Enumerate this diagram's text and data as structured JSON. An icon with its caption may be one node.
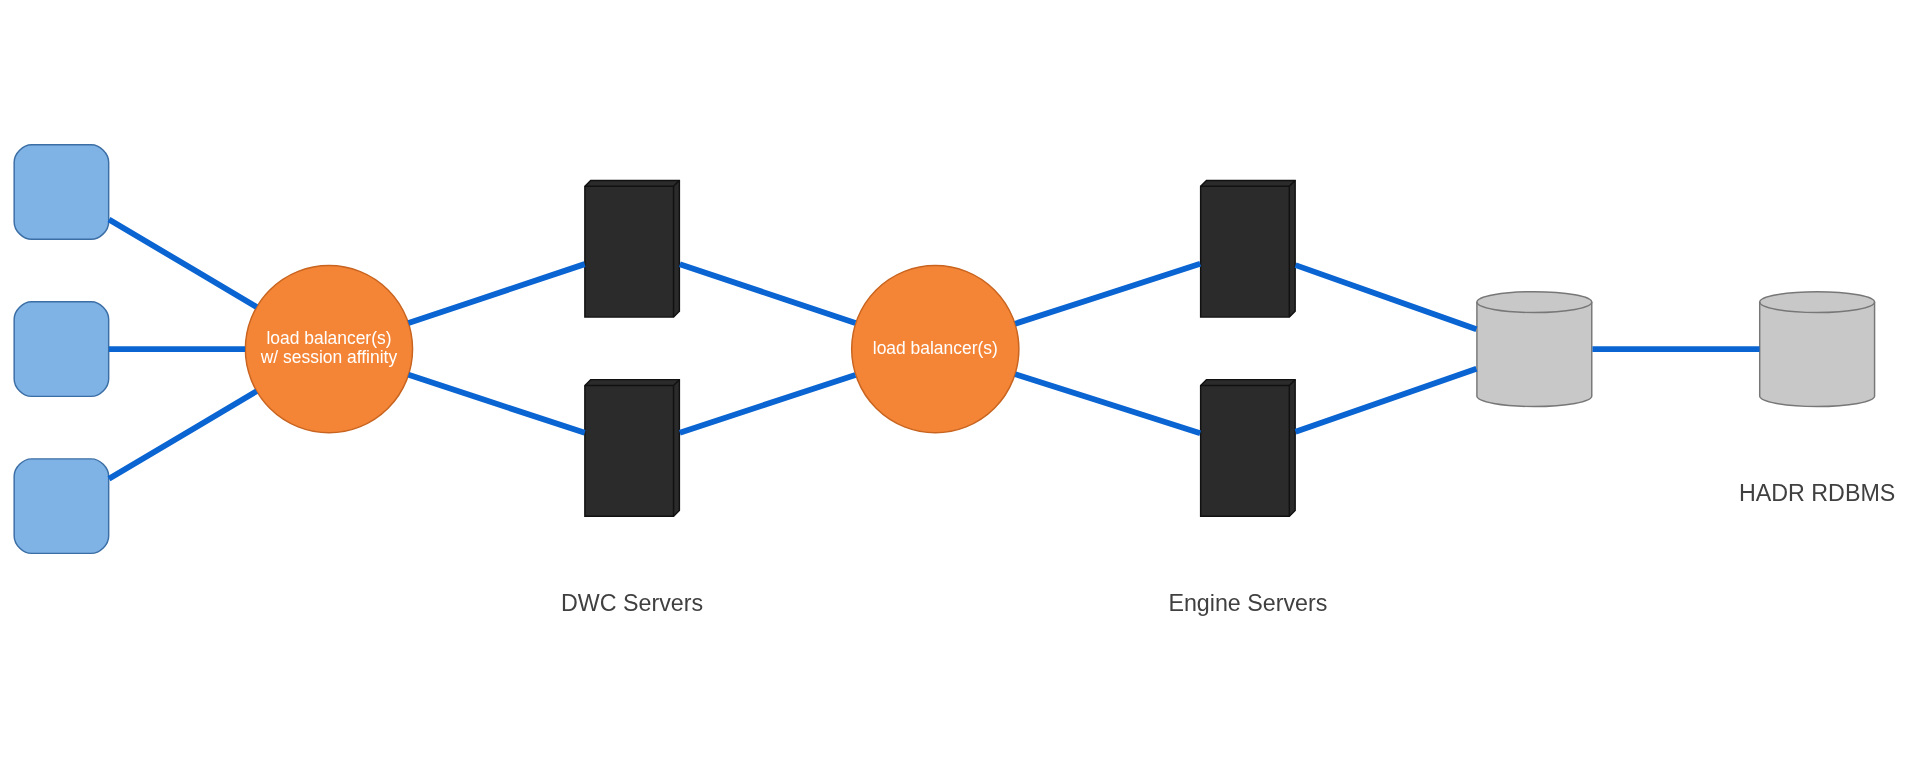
{
  "diagram": {
    "nodes": [
      {
        "text": [],
        "shape": "person"
      },
      {
        "text": [],
        "shape": "person"
      },
      {
        "text": [],
        "shape": "person"
      },
      {
        "text": [
          "load balancer(s)",
          "w/ session affinity"
        ]
      },
      {
        "text": [],
        "shape": "picture"
      },
      {
        "text": [],
        "shape": "picture"
      },
      {
        "text": [
          "load balancer(s)"
        ]
      },
      {
        "text": [],
        "shape": "picture"
      },
      {
        "text": [],
        "shape": "picture"
      },
      {
        "text": [],
        "shape": "cylinder"
      },
      {
        "text": [],
        "shape": "cylinder"
      }
    ],
    "edges": [
      {
        "from": 0,
        "to": 3,
        "arrow": "none"
      },
      {
        "from": 1,
        "to": 3,
        "arrow": "none"
      },
      {
        "from": 2,
        "to": 3,
        "arrow": "none"
      },
      {
        "from": 3,
        "to": 4,
        "arrow": "none"
      },
      {
        "from": 3,
        "to": 5,
        "arrow": "none"
      },
      {
        "from": 4,
        "to": 6,
        "arrow": "none"
      },
      {
        "from": 5,
        "to": 6,
        "arrow": "none"
      },
      {
        "from": 6,
        "to": 7,
        "arrow": "none"
      },
      {
        "from": 6,
        "to": 8,
        "arrow": "none"
      },
      {
        "from": 7,
        "to": 9,
        "arrow": "none"
      },
      {
        "from": 8,
        "to": 9,
        "arrow": "none"
      },
      {
        "from": 9,
        "to": 10,
        "arrow": "none"
      }
    ],
    "labels": [
      "DWC Servers",
      "Engine Servers",
      "HADR RDBMS"
    ]
  }
}
